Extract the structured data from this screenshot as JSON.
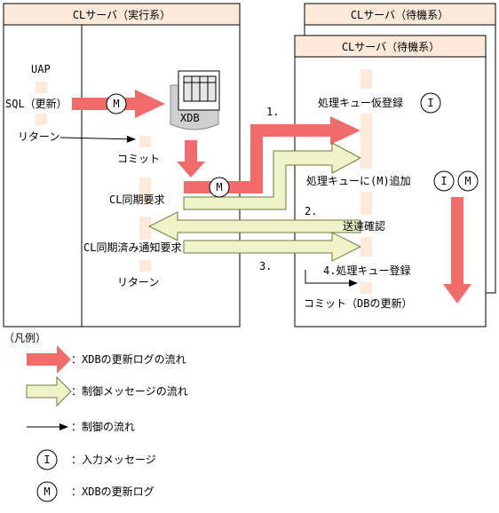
{
  "servers": {
    "active_title": "CLサーバ（実行系）",
    "standby_back_title": "CLサーバ（待機系）",
    "standby_front_title": "CLサーバ（待機系）"
  },
  "active": {
    "uap": "UAP",
    "sql": "SQL（更新）",
    "return_1": "リターン",
    "commit": "コミット",
    "sync_request": "CL同期要求",
    "sync_done_request": "CL同期済み通知要求",
    "return_2": "リターン",
    "xdb": "XDB"
  },
  "standby": {
    "queue_temp": "処理キュー仮登録",
    "queue_add": "処理キューに(M)追加",
    "send_confirm": "送達確認",
    "queue_register": "4.処理キュー登録",
    "commit_db": "コミット（DBの更新）"
  },
  "steps": {
    "s1": "1.",
    "s2": "2.",
    "s3": "3."
  },
  "symbols": {
    "input": "I",
    "log": "M"
  },
  "legend": {
    "heading": "（凡例）",
    "red": "：XDBの更新ログの流れ",
    "green": "：制御メッセージの流れ",
    "line": "：制御の流れ",
    "input": "：入力メッセージ",
    "log": "：XDBの更新ログ"
  }
}
